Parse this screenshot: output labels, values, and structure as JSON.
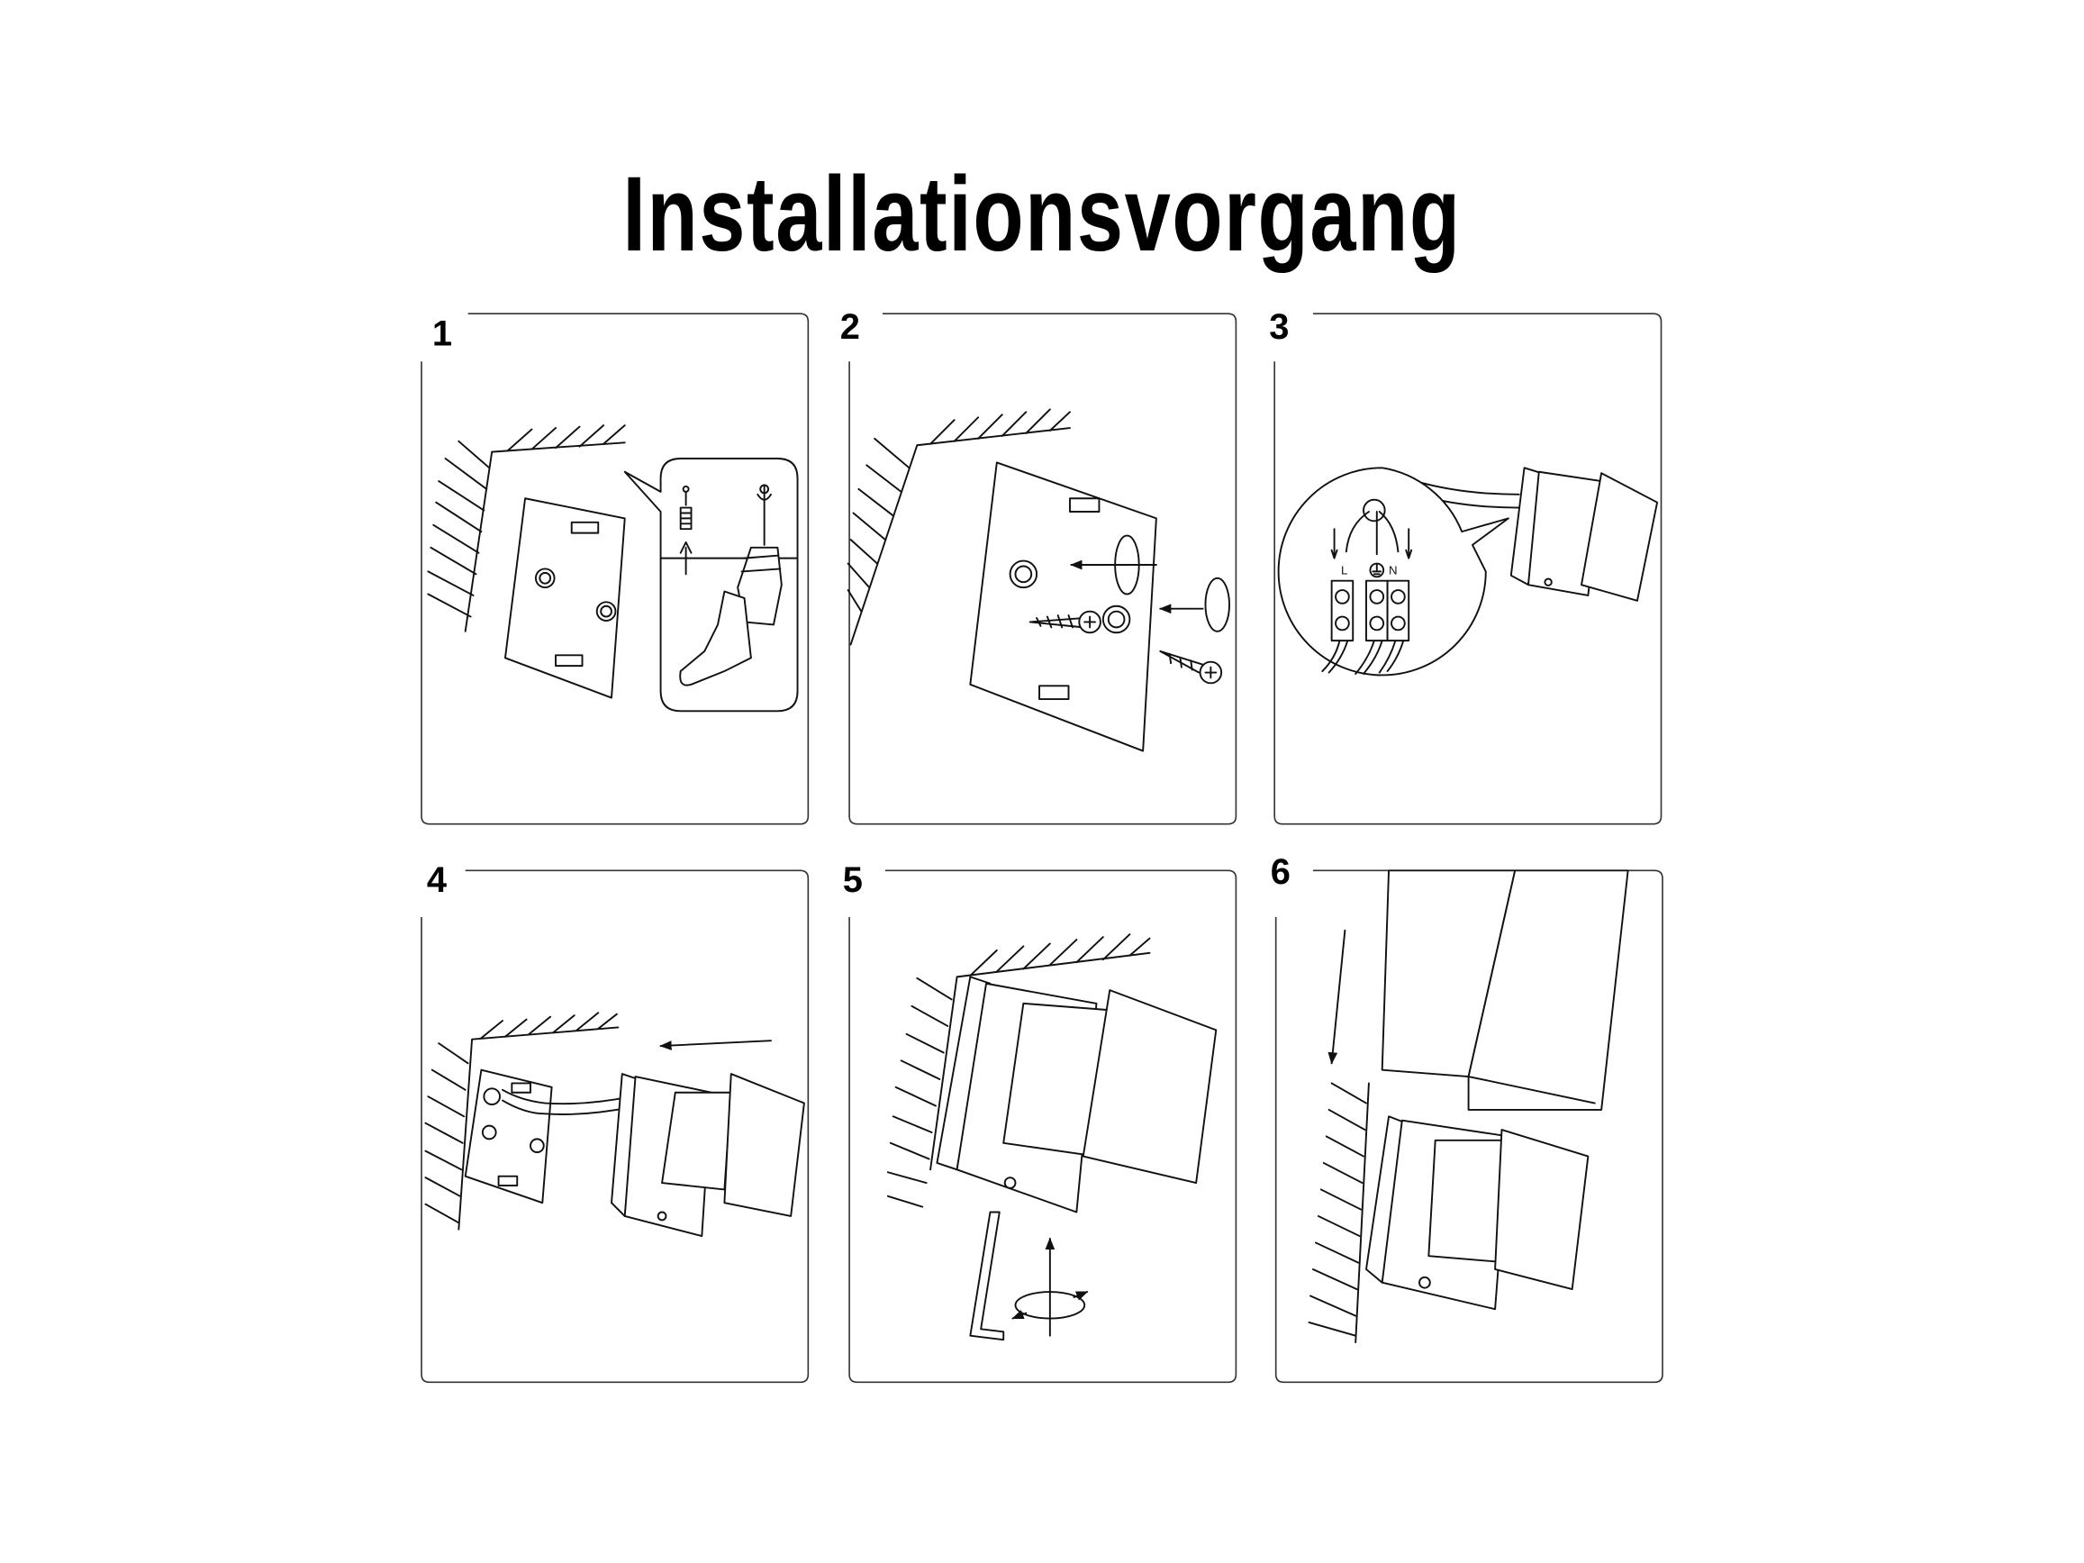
{
  "title": "Installationsvorgang",
  "steps": [
    {
      "number": "1"
    },
    {
      "number": "2"
    },
    {
      "number": "3",
      "labels": {
        "live": "L",
        "neutral": "N"
      }
    },
    {
      "number": "4"
    },
    {
      "number": "5"
    },
    {
      "number": "6"
    }
  ]
}
